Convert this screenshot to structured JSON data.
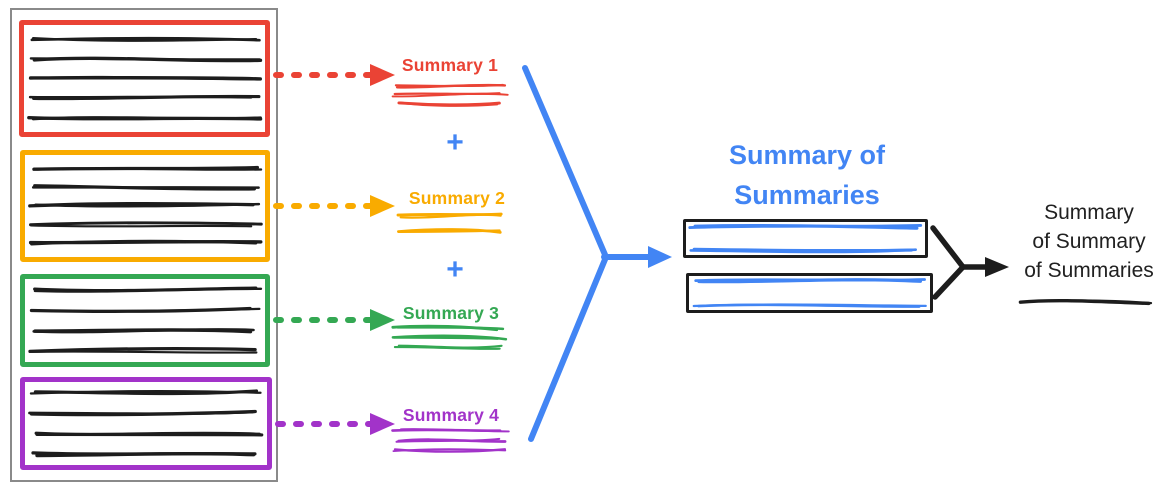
{
  "colors": {
    "red": "#EA4335",
    "orange": "#F9AB00",
    "green": "#34A853",
    "purple": "#A233C9",
    "blue": "#4285F4",
    "ink": "#1d1d1d",
    "dark_text": "#212121",
    "container_gray": "#8a8a8a"
  },
  "source_documents": [
    {
      "name": "document-1",
      "color": "#EA4335",
      "text_line_count": 5
    },
    {
      "name": "document-2",
      "color": "#F9AB00",
      "text_line_count": 5
    },
    {
      "name": "document-3",
      "color": "#34A853",
      "text_line_count": 4
    },
    {
      "name": "document-4",
      "color": "#A233C9",
      "text_line_count": 4
    }
  ],
  "summaries": [
    {
      "label": "Summary 1",
      "color": "#EA4335"
    },
    {
      "label": "Summary 2",
      "color": "#F9AB00"
    },
    {
      "label": "Summary 3",
      "color": "#34A853"
    },
    {
      "label": "Summary 4",
      "color": "#A233C9"
    }
  ],
  "operators": {
    "plus": "+"
  },
  "summary_of_summaries": {
    "title": "Summary of\nSummaries",
    "box_count": 2
  },
  "final_summary": {
    "title": "Summary\nof Summary\nof Summaries"
  }
}
